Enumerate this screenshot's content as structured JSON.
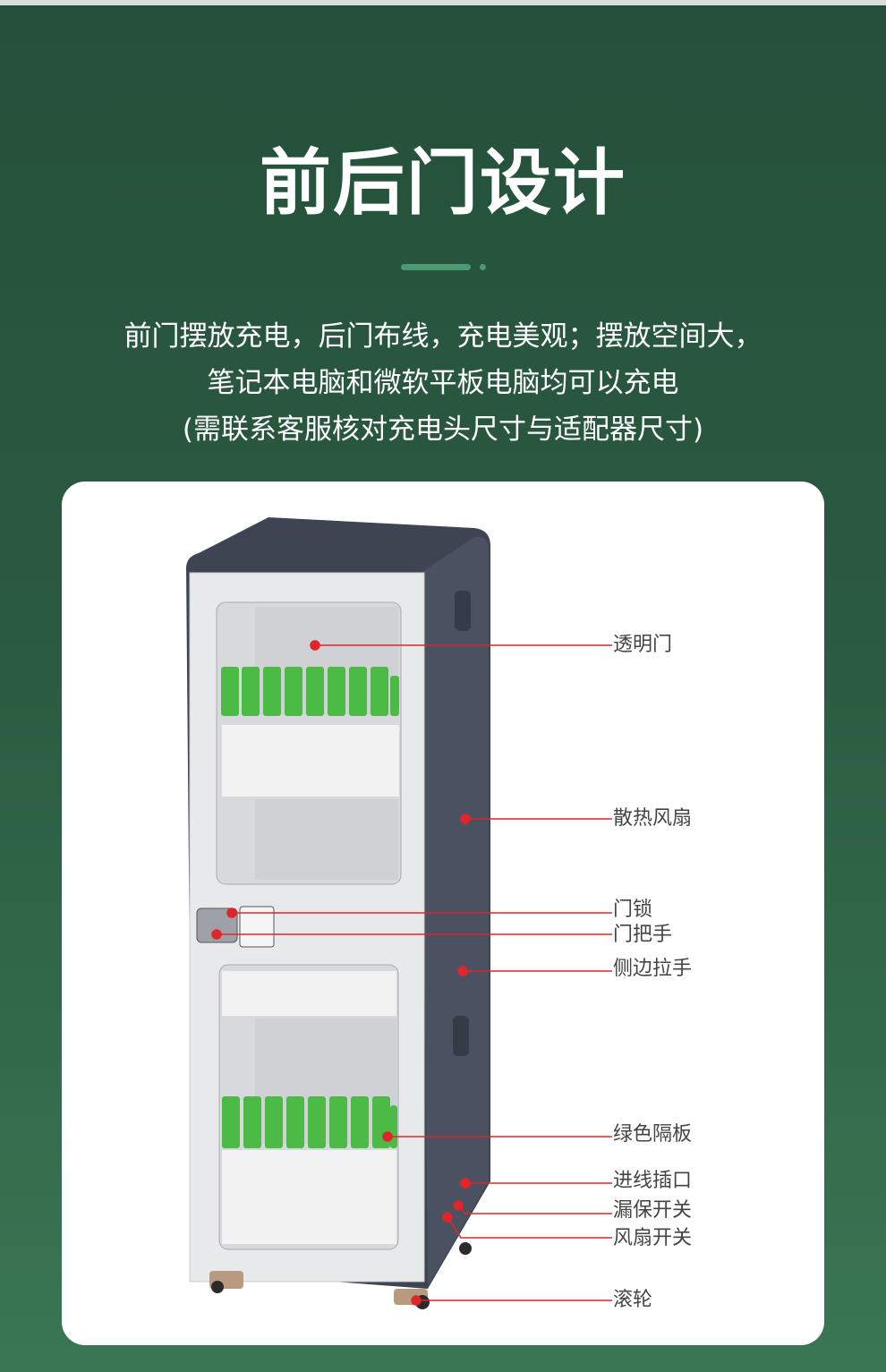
{
  "title": "前后门设计",
  "description": [
    "前门摆放充电，后门布线，充电美观；摆放空间大，",
    "笔记本电脑和微软平板电脑均可以充电",
    "(需联系客服核对充电头尺寸与适配器尺寸)"
  ],
  "colors": {
    "accent": "#e0262b",
    "background": "#25503b",
    "divider": "#4c9a72",
    "partition": "#4cbb45"
  },
  "callouts": [
    {
      "label": "透明门"
    },
    {
      "label": "散热风扇"
    },
    {
      "label": "门锁"
    },
    {
      "label": "门把手"
    },
    {
      "label": "侧边拉手"
    },
    {
      "label": "绿色隔板"
    },
    {
      "label": "进线插口"
    },
    {
      "label": "漏保开关"
    },
    {
      "label": "风扇开关"
    },
    {
      "label": "滚轮"
    }
  ]
}
